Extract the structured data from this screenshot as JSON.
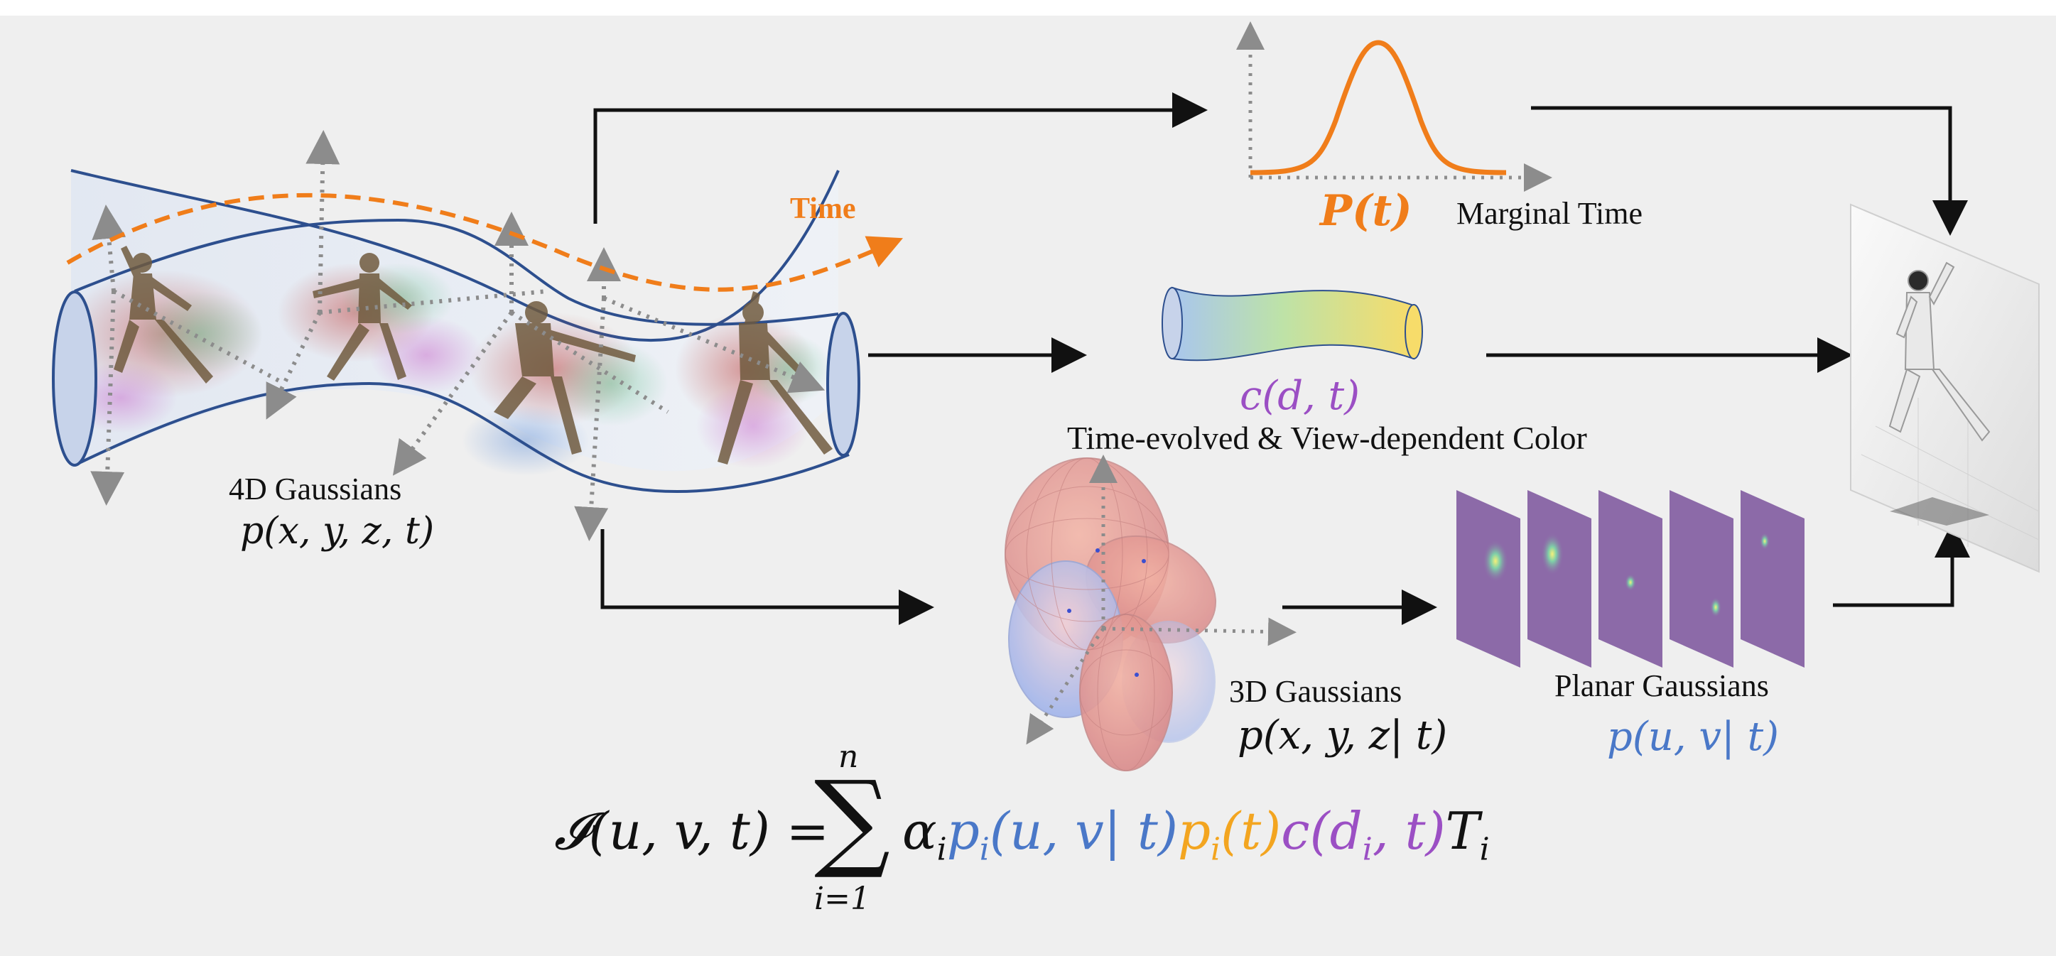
{
  "colors": {
    "time_orange": "#f07d1a",
    "tube_blue": "#2d4f8e",
    "color_purple": "#9b4fc4",
    "planar_blue": "#4a78c8",
    "time_yellow": "#f3a520",
    "arrow_black": "#111111",
    "dotted_gray": "#8c8c8c",
    "planar_purple": "#8c6aa8"
  },
  "labels": {
    "time": "Time",
    "gaussians_4d": "4D Gaussians",
    "gaussians_4d_formula": "p(x, y, z, t)",
    "marginal_time_formula": "P(t)",
    "marginal_time": "Marginal Time",
    "color_formula": "c(d, t)",
    "color_caption": "Time-evolved & View-dependent Color",
    "gaussians_3d": "3D Gaussians",
    "gaussians_3d_formula": "p(x, y, z| t)",
    "planar_gaussians": "Planar Gaussians",
    "planar_formula": "p(u, v| t)"
  },
  "equation": {
    "lhs": "𝓘(u, v, t) =",
    "sum_top": "n",
    "sum_symbol": "∑",
    "sum_bottom": "i=1",
    "alpha": "α",
    "alpha_sub": "i",
    "p1": "p",
    "p1_sub": "i",
    "p1_args": "(u, v| t)",
    "p2": "p",
    "p2_sub": "i",
    "p2_args": "(t)",
    "c": "c(d",
    "c_sub": "i",
    "c_rest": ", t)",
    "T": "T",
    "T_sub": "i"
  },
  "icons": {
    "actors": "soccer-player-figure",
    "tube": "4d-gaussian-tube",
    "time_curve": "gaussian-bell-curve",
    "color_tube": "gradient-color-tube",
    "ellipsoids": "3d-gaussian-ellipsoids",
    "planes": "planar-gaussian-slices",
    "render": "rendered-image-plane"
  }
}
